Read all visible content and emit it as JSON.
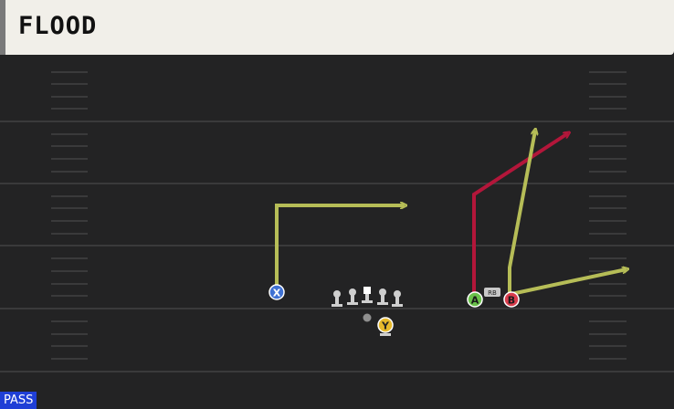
{
  "play": {
    "title": "FLOOD",
    "type_badge": "PASS"
  },
  "players": {
    "x": "X",
    "y": "Y",
    "a": "A",
    "b": "B",
    "rb": "RB"
  },
  "colors": {
    "field": "#232324",
    "yard_line": "#3a3a3b",
    "route_yellow": "#b6bd57",
    "route_red": "#b3163a",
    "player_x": "#3f71d3",
    "player_y": "#e6b92b",
    "player_a": "#6ac24b",
    "player_b": "#d83d4c",
    "badge": "#1f3fd6"
  }
}
